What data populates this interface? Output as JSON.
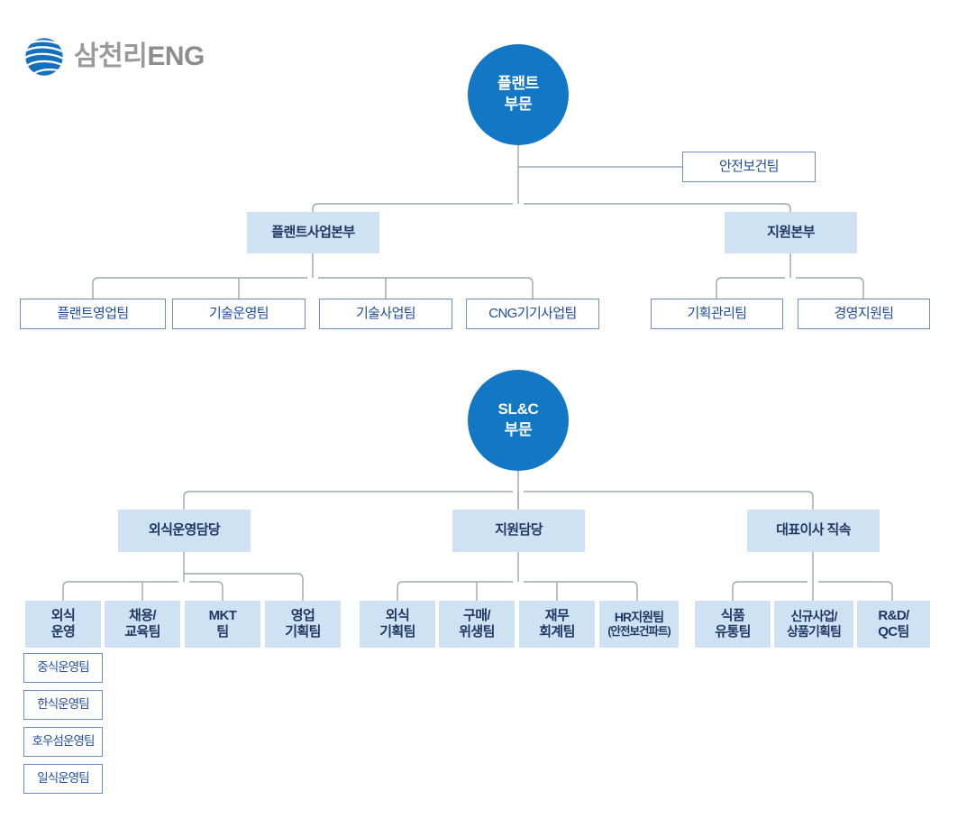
{
  "brand": {
    "name_ko": "삼천리",
    "name_en": "ENG",
    "logo_icon": "globe-icon",
    "logo_color": "#1270bd"
  },
  "colors": {
    "circle_fill": "#1277c4",
    "circle_text": "#ffffff",
    "box_fill": "#cfe2f3",
    "box_fill_text": "#1f3864",
    "box_outline_border": "#6f8fc4",
    "box_outline_text": "#1f4e9c",
    "connector": "#9fa6ad",
    "page_background": "#ffffff"
  },
  "charts": [
    {
      "id": "plant-division-chart",
      "root": {
        "line1": "플랜트",
        "line2": "부문"
      },
      "staff": [
        {
          "label": "안전보건팀"
        }
      ],
      "divisions": [
        {
          "label": "플랜트사업본부",
          "teams": [
            {
              "label": "플랜트영업팀"
            },
            {
              "label": "기술운영팀"
            },
            {
              "label": "기술사업팀"
            },
            {
              "label": "CNG기기사업팀"
            }
          ]
        },
        {
          "label": "지원본부",
          "teams": [
            {
              "label": "기획관리팀"
            },
            {
              "label": "경영지원팀"
            }
          ]
        }
      ]
    },
    {
      "id": "slc-division-chart",
      "root": {
        "line1": "SL&C",
        "line2": "부문"
      },
      "staff": [],
      "divisions": [
        {
          "label": "외식운영담당",
          "teams": [
            {
              "line1": "외식",
              "line2": "운영"
            },
            {
              "line1": "채용/",
              "line2": "교육팀"
            },
            {
              "line1": "MKT",
              "line2": "팀"
            },
            {
              "line1": "영업",
              "line2": "기획팀"
            }
          ],
          "subteams": [
            {
              "label": "중식운영팀"
            },
            {
              "label": "한식운영팀"
            },
            {
              "label": "호우섬운영팀"
            },
            {
              "label": "일식운영팀"
            }
          ]
        },
        {
          "label": "지원담당",
          "teams": [
            {
              "line1": "외식",
              "line2": "기획팀"
            },
            {
              "line1": "구매/",
              "line2": "위생팀"
            },
            {
              "line1": "재무",
              "line2": "회계팀"
            },
            {
              "line1": "HR지원팀",
              "line2": "(안전보건파트)"
            }
          ],
          "subteams": []
        },
        {
          "label": "대표이사 직속",
          "teams": [
            {
              "line1": "식품",
              "line2": "유통팀"
            },
            {
              "line1": "신규사업/",
              "line2": "상품기획팀"
            },
            {
              "line1": "R&D/",
              "line2": "QC팀"
            }
          ],
          "subteams": []
        }
      ]
    }
  ]
}
